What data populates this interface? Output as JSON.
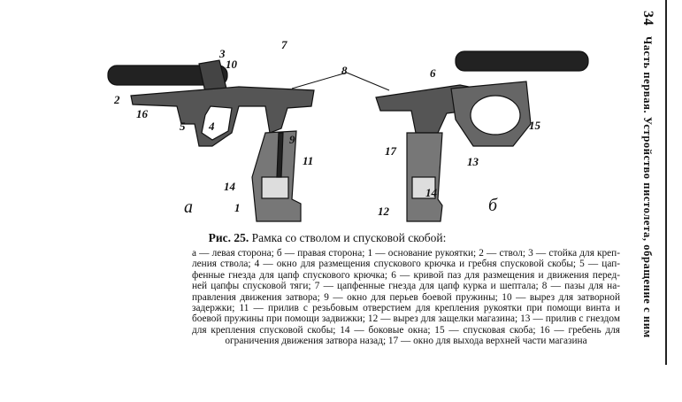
{
  "figure": {
    "labels_left": [
      "3",
      "10",
      "7",
      "8",
      "2",
      "16",
      "5",
      "4",
      "9",
      "11",
      "14",
      "1"
    ],
    "labels_right": [
      "6",
      "17",
      "14",
      "12",
      "15",
      "13"
    ],
    "view_a": "а",
    "view_b": "б"
  },
  "caption": {
    "title_num": "Рис. 25.",
    "title_text": "Рамка со стволом и спусковой скобой:",
    "lines": [
      "а — левая сторона; б — правая сторона; 1 — основание рукоятки; 2 — ствол; 3 — стойка для креп-",
      "ления ствола; 4 — окно для размещения спускового крючка и гребня спусковой скобы; 5 — цап-",
      "фенные гнезда для цапф спускового крючка; 6 — кривой паз для размещения и движения перед-",
      "ней цапфы спусковой тяги; 7 — цапфенные гнезда для цапф курка и шептала; 8 — пазы для на-",
      "правления движения затвора; 9 — окно для перьев боевой пружины; 10 — вырез для затворной",
      "задержки; 11 — прилив с резьбовым отверстием для крепления рукоятки при помощи винта и",
      "боевой пружины при помощи задвижки; 12 — вырез для защелки магазина; 13 — прилив с гнездом",
      "для крепления спусковой скобы; 14 — боковые окна; 15 — спусковая скоба; 16 — гребень для",
      "ограничения движения затвора назад; 17 — окно для выхода верхней части магазина"
    ]
  },
  "running_header": {
    "page_number": "34",
    "text": "Часть первая. Устройство пистолета, обращение с ним"
  }
}
